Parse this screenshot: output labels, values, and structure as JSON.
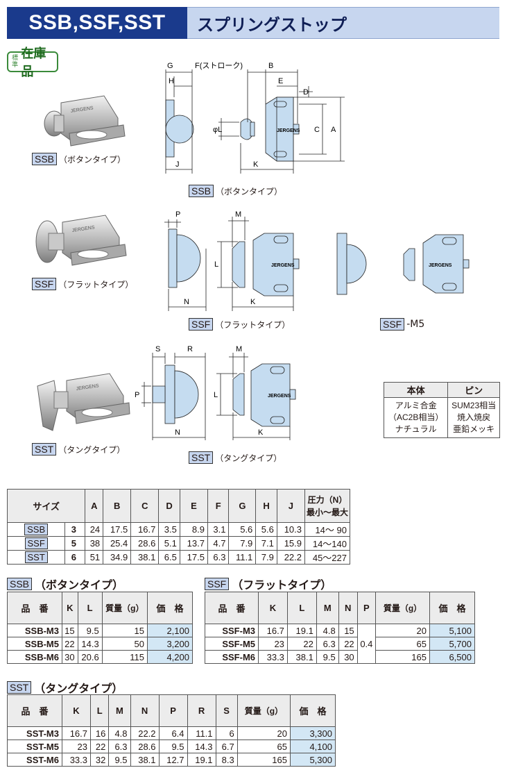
{
  "header": {
    "title_code": "SSB,SSF,SST",
    "title_name": "スプリングストップ"
  },
  "badge": {
    "small": "標準",
    "large": "在庫品"
  },
  "photos": [
    {
      "code": "SSB",
      "desc": "（ボタンタイプ）",
      "brand": "JERGENS"
    },
    {
      "code": "SSF",
      "desc": "（フラットタイプ）",
      "brand": "JERGENS"
    },
    {
      "code": "SST",
      "desc": "（タングタイプ）",
      "brand": "JERGENS"
    }
  ],
  "drawings": {
    "brand": "JERGENS",
    "ssb": {
      "code": "SSB",
      "desc": "（ボタンタイプ）",
      "labels": {
        "g": "G",
        "h": "H",
        "f": "F(ストローク)",
        "b": "B",
        "e": "E",
        "d": "D",
        "c": "C",
        "a": "A",
        "phil": "φL",
        "j": "J",
        "k": "K"
      }
    },
    "ssf": {
      "code": "SSF",
      "desc": "（フラットタイプ）",
      "labels": {
        "p": "P",
        "m": "M",
        "l": "L",
        "n": "N",
        "k": "K"
      }
    },
    "ssfm5": {
      "code": "SSF",
      "suffix": "-M5"
    },
    "sst": {
      "code": "SST",
      "desc": "（タングタイプ）",
      "labels": {
        "s": "S",
        "r": "R",
        "m": "M",
        "p": "P",
        "l": "L",
        "n": "N",
        "k": "K"
      }
    }
  },
  "material_table": {
    "headers": [
      "本体",
      "ピン"
    ],
    "body": [
      "アルミ合金",
      "（AC2B相当）",
      "ナチュラル"
    ],
    "pin": [
      "SUM23相当",
      "焼入焼戻",
      "亜鉛メッキ"
    ]
  },
  "size_table": {
    "headers": [
      "サイズ",
      "A",
      "B",
      "C",
      "D",
      "E",
      "F",
      "G",
      "H",
      "J"
    ],
    "force_header": [
      "圧力（N）",
      "最小～最大"
    ],
    "rows": [
      {
        "code": "SSB",
        "size": "3",
        "vals": [
          "24",
          "17.5",
          "16.7",
          "3.5",
          "8.9",
          "3.1",
          "5.6",
          "5.6",
          "10.3"
        ],
        "force": "14～ 90"
      },
      {
        "code": "SSF",
        "size": "5",
        "vals": [
          "38",
          "25.4",
          "28.6",
          "5.1",
          "13.7",
          "4.7",
          "7.9",
          "7.1",
          "15.9"
        ],
        "force": "14～140"
      },
      {
        "code": "SST",
        "size": "6",
        "vals": [
          "51",
          "34.9",
          "38.1",
          "6.5",
          "17.5",
          "6.3",
          "11.1",
          "7.9",
          "22.2"
        ],
        "force": "45～227"
      }
    ]
  },
  "ssb_table": {
    "code": "SSB",
    "title": "（ボタンタイプ）",
    "headers": [
      "品　番",
      "K",
      "L",
      "質量（g）",
      "価　格"
    ],
    "rows": [
      [
        "SSB-M3",
        "15",
        "9.5",
        "15",
        "2,100"
      ],
      [
        "SSB-M5",
        "22",
        "14.3",
        "50",
        "3,200"
      ],
      [
        "SSB-M6",
        "30",
        "20.6",
        "115",
        "4,200"
      ]
    ]
  },
  "ssf_table": {
    "code": "SSF",
    "title": "（フラットタイプ）",
    "headers": [
      "品　番",
      "K",
      "L",
      "M",
      "N",
      "P",
      "質量（g）",
      "価　格"
    ],
    "p_value": "0.4",
    "rows": [
      [
        "SSF-M3",
        "16.7",
        "19.1",
        "4.8",
        "15",
        "20",
        "5,100"
      ],
      [
        "SSF-M5",
        "23",
        "22",
        "6.3",
        "22",
        "65",
        "5,700"
      ],
      [
        "SSF-M6",
        "33.3",
        "38.1",
        "9.5",
        "30",
        "165",
        "6,500"
      ]
    ]
  },
  "sst_table": {
    "code": "SST",
    "title": "（タングタイプ）",
    "headers": [
      "品　番",
      "K",
      "L",
      "M",
      "N",
      "P",
      "R",
      "S",
      "質量（g）",
      "価　格"
    ],
    "rows": [
      [
        "SST-M3",
        "16.7",
        "16",
        "4.8",
        "22.2",
        "6.4",
        "11.1",
        "6",
        "20",
        "3,300"
      ],
      [
        "SST-M5",
        "23",
        "22",
        "6.3",
        "28.6",
        "9.5",
        "14.3",
        "6.7",
        "65",
        "4,100"
      ],
      [
        "SST-M6",
        "33.3",
        "32",
        "9.5",
        "38.1",
        "12.7",
        "19.1",
        "8.3",
        "165",
        "5,300"
      ]
    ]
  },
  "colors": {
    "header_dark": "#1a3a8c",
    "header_light": "#c7d6ef",
    "drawing_fill": "#c5dcf0",
    "price_fill": "#d3e7f5",
    "badge_green": "#3a8a3a"
  }
}
